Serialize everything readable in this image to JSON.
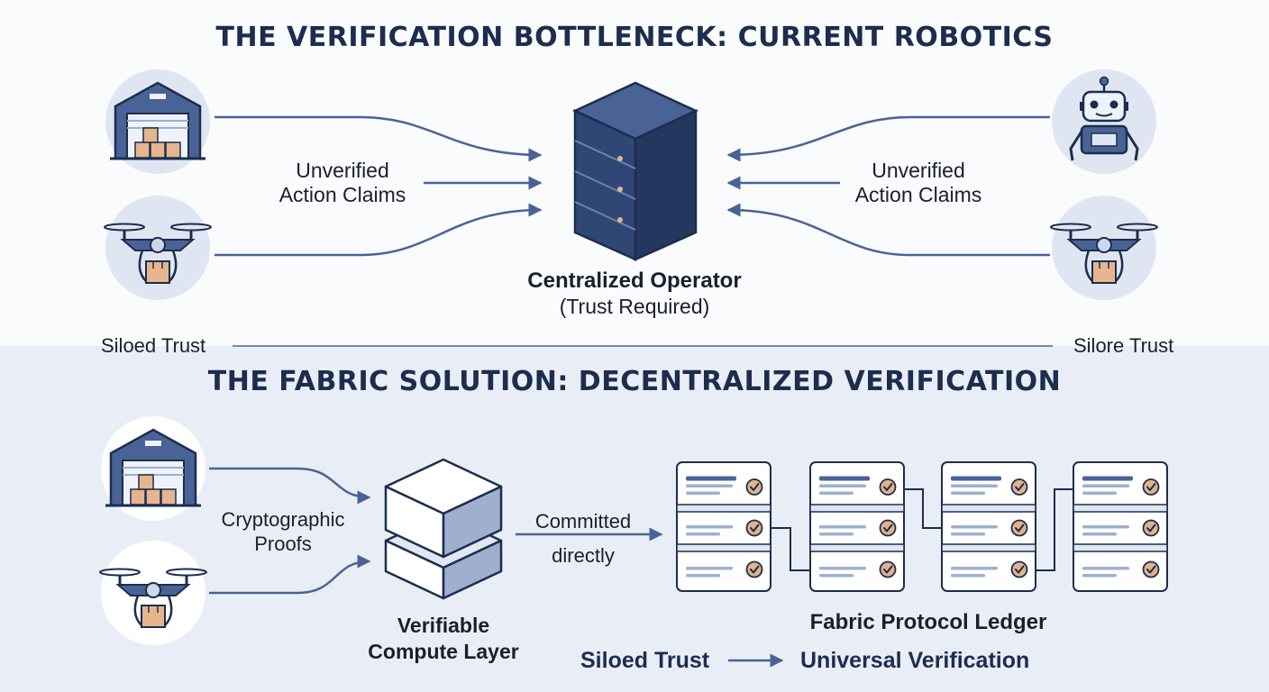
{
  "top": {
    "title": "THE VERIFICATION BOTTLENECK: CURRENT ROBOTICS",
    "left_claims": [
      "Unverified",
      "Action Claims"
    ],
    "right_claims": [
      "Unverified",
      "Action Claims"
    ],
    "operator_label": "Centralized Operator",
    "operator_sub": "(Trust Required)",
    "left_trust": "Siloed Trust",
    "right_trust": "Silore Trust",
    "icons": [
      "warehouse-icon",
      "drone-icon",
      "server-icon",
      "robot-icon",
      "drone-icon"
    ]
  },
  "bottom": {
    "title": "THE FABRIC SOLUTION: DECENTRALIZED VERIFICATION",
    "proofs": [
      "Cryptographic",
      "Proofs"
    ],
    "compute": [
      "Verifiable",
      "Compute Layer"
    ],
    "committed": [
      "Committed",
      "directly"
    ],
    "ledger_label": "Fabric Protocol Ledger",
    "footer_from": "Siloed Trust",
    "footer_to": "Universal Verification",
    "icons": [
      "warehouse-icon",
      "drone-icon",
      "compute-stack-icon",
      "ledger-block-icon",
      "check-icon"
    ]
  },
  "colors": {
    "navy": "#1c2d4f",
    "accent": "#4a6396",
    "server": "#2f4775",
    "circle": "#dfe6f2",
    "box": "#e6b58e",
    "check": "#e2b28c"
  }
}
